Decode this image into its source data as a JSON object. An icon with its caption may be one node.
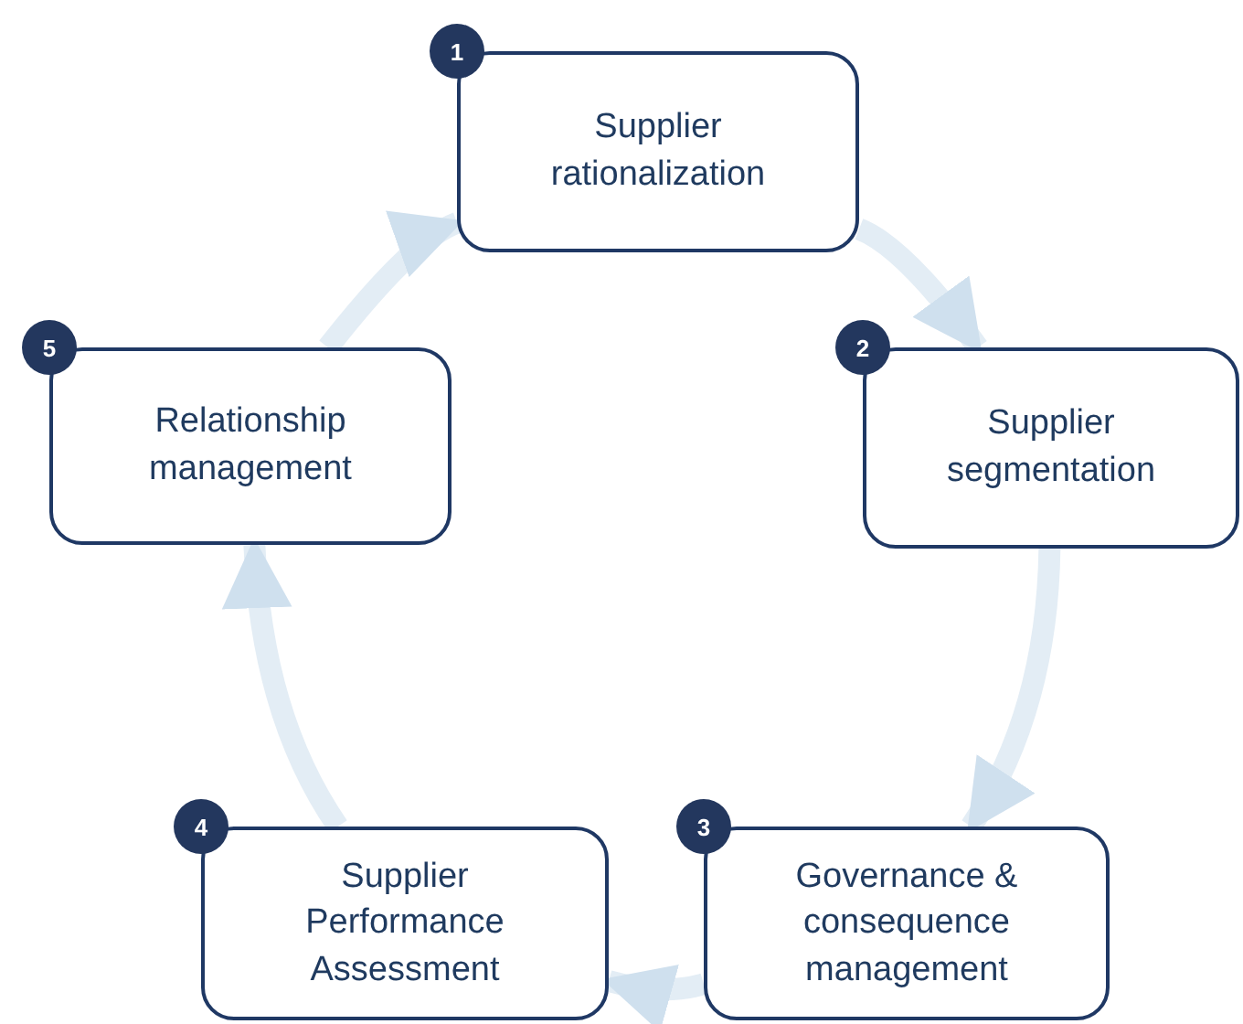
{
  "diagram": {
    "nodes": [
      {
        "text": [
          "1",
          "Supplier rationalization"
        ]
      },
      {
        "text": [
          "2",
          "Supplier segmentation"
        ]
      },
      {
        "text": [
          "3",
          "Governance & consequence management"
        ]
      },
      {
        "text": [
          "4",
          "Supplier Performance Assessment"
        ]
      },
      {
        "text": [
          "5",
          "Relationship management"
        ]
      }
    ],
    "edges": [
      {
        "from": 0,
        "to": 1,
        "arrow": "to"
      },
      {
        "from": 1,
        "to": 2,
        "arrow": "to"
      },
      {
        "from": 2,
        "to": 3,
        "arrow": "to"
      },
      {
        "from": 3,
        "to": 4,
        "arrow": "to"
      },
      {
        "from": 4,
        "to": 0,
        "arrow": "to"
      }
    ]
  }
}
